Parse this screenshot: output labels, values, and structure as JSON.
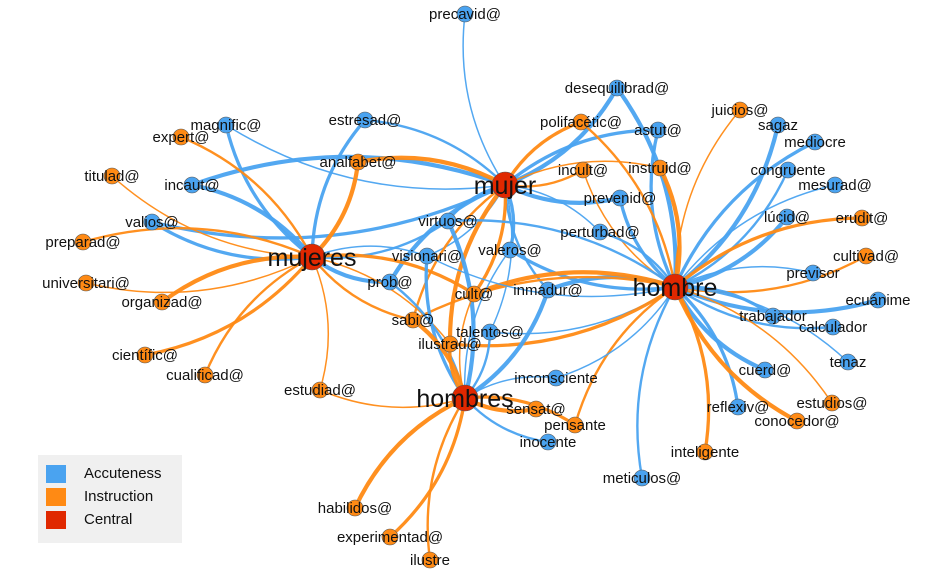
{
  "colors": {
    "accuteness": "#4aa3f0",
    "instruction": "#ff8a14",
    "central": "#e02800"
  },
  "legend": [
    {
      "label": "Accuteness",
      "category": "A"
    },
    {
      "label": "Instruction",
      "category": "I"
    },
    {
      "label": "Central",
      "category": "C"
    }
  ],
  "nodes": [
    {
      "id": "mujer",
      "category": "C"
    },
    {
      "id": "mujeres",
      "category": "C"
    },
    {
      "id": "hombre",
      "category": "C"
    },
    {
      "id": "hombres",
      "category": "C"
    },
    {
      "id": "precavid@",
      "category": "A"
    },
    {
      "id": "desequilibrad@",
      "category": "A"
    },
    {
      "id": "astut@",
      "category": "A"
    },
    {
      "id": "magnific@",
      "category": "A"
    },
    {
      "id": "estresad@",
      "category": "A"
    },
    {
      "id": "incaut@",
      "category": "A"
    },
    {
      "id": "valios@",
      "category": "A"
    },
    {
      "id": "virtuos@",
      "category": "A"
    },
    {
      "id": "visionari@",
      "category": "A"
    },
    {
      "id": "prob@",
      "category": "A"
    },
    {
      "id": "valeros@",
      "category": "A"
    },
    {
      "id": "inmadur@",
      "category": "A"
    },
    {
      "id": "perturbad@",
      "category": "A"
    },
    {
      "id": "prevenid@",
      "category": "A"
    },
    {
      "id": "talentos@",
      "category": "A"
    },
    {
      "id": "sagaz",
      "category": "A"
    },
    {
      "id": "mediocre",
      "category": "A"
    },
    {
      "id": "congruente",
      "category": "A"
    },
    {
      "id": "mesurad@",
      "category": "A"
    },
    {
      "id": "lúcid@",
      "category": "A"
    },
    {
      "id": "previsor",
      "category": "A"
    },
    {
      "id": "ecuánime",
      "category": "A"
    },
    {
      "id": "trabajador",
      "category": "A"
    },
    {
      "id": "calculador",
      "category": "A"
    },
    {
      "id": "tenaz",
      "category": "A"
    },
    {
      "id": "cuerd@",
      "category": "A"
    },
    {
      "id": "reflexiv@",
      "category": "A"
    },
    {
      "id": "meticulos@",
      "category": "A"
    },
    {
      "id": "inconsciente",
      "category": "A"
    },
    {
      "id": "inocente",
      "category": "A"
    },
    {
      "id": "expert@",
      "category": "I"
    },
    {
      "id": "titulad@",
      "category": "I"
    },
    {
      "id": "preparad@",
      "category": "I"
    },
    {
      "id": "universitari@",
      "category": "I"
    },
    {
      "id": "organizad@",
      "category": "I"
    },
    {
      "id": "científic@",
      "category": "I"
    },
    {
      "id": "cualificad@",
      "category": "I"
    },
    {
      "id": "analfabet@",
      "category": "I"
    },
    {
      "id": "estudiad@",
      "category": "I"
    },
    {
      "id": "polifacétic@",
      "category": "I"
    },
    {
      "id": "incult@",
      "category": "I"
    },
    {
      "id": "instruid@",
      "category": "I"
    },
    {
      "id": "juicios@",
      "category": "I"
    },
    {
      "id": "erudit@",
      "category": "I"
    },
    {
      "id": "cultivad@",
      "category": "I"
    },
    {
      "id": "cult@",
      "category": "I"
    },
    {
      "id": "sabi@",
      "category": "I"
    },
    {
      "id": "ilustrad@",
      "category": "I"
    },
    {
      "id": "sensat@",
      "category": "I"
    },
    {
      "id": "pensante",
      "category": "I"
    },
    {
      "id": "estudios@",
      "category": "I"
    },
    {
      "id": "conocedor@",
      "category": "I"
    },
    {
      "id": "inteligente",
      "category": "I"
    },
    {
      "id": "habilidos@",
      "category": "I"
    },
    {
      "id": "experimentad@",
      "category": "I"
    },
    {
      "id": "ilustre",
      "category": "I"
    }
  ],
  "edges": {
    "mujer": [
      "precavid@",
      "desequilibrad@",
      "astut@",
      "estresad@",
      "magnific@",
      "incaut@",
      "valios@",
      "virtuos@",
      "visionari@",
      "prob@",
      "valeros@",
      "inmadur@",
      "perturbad@",
      "prevenid@",
      "polifacétic@",
      "incult@",
      "instruid@",
      "analfabet@",
      "cult@",
      "sabi@",
      "talentos@",
      "ilustrad@"
    ],
    "mujeres": [
      "magnific@",
      "expert@",
      "titulad@",
      "incaut@",
      "valios@",
      "preparad@",
      "universitari@",
      "organizad@",
      "científic@",
      "cualificad@",
      "estudiad@",
      "analfabet@",
      "estresad@",
      "virtuos@",
      "visionari@",
      "prob@",
      "cult@",
      "sabi@",
      "ilustrad@"
    ],
    "hombre": [
      "desequilibrad@",
      "astut@",
      "polifacétic@",
      "incult@",
      "instruid@",
      "prevenid@",
      "perturbad@",
      "juicios@",
      "sagaz",
      "mediocre",
      "congruente",
      "mesurad@",
      "lúcid@",
      "erudit@",
      "cultivad@",
      "previsor",
      "ecuánime",
      "trabajador",
      "calculador",
      "tenaz",
      "cuerd@",
      "reflexiv@",
      "meticulos@",
      "estudios@",
      "conocedor@",
      "inteligente",
      "pensante",
      "inconsciente",
      "inmadur@",
      "valeros@",
      "virtuos@",
      "talentos@",
      "cult@",
      "ilustrad@",
      "sabi@",
      "visionari@"
    ],
    "hombres": [
      "habilidos@",
      "experimentad@",
      "ilustre",
      "estudiad@",
      "sensat@",
      "pensante",
      "inocente",
      "inconsciente",
      "virtuos@",
      "visionari@",
      "prob@",
      "cult@",
      "sabi@",
      "ilustrad@",
      "talentos@",
      "valeros@",
      "inmadur@"
    ]
  }
}
